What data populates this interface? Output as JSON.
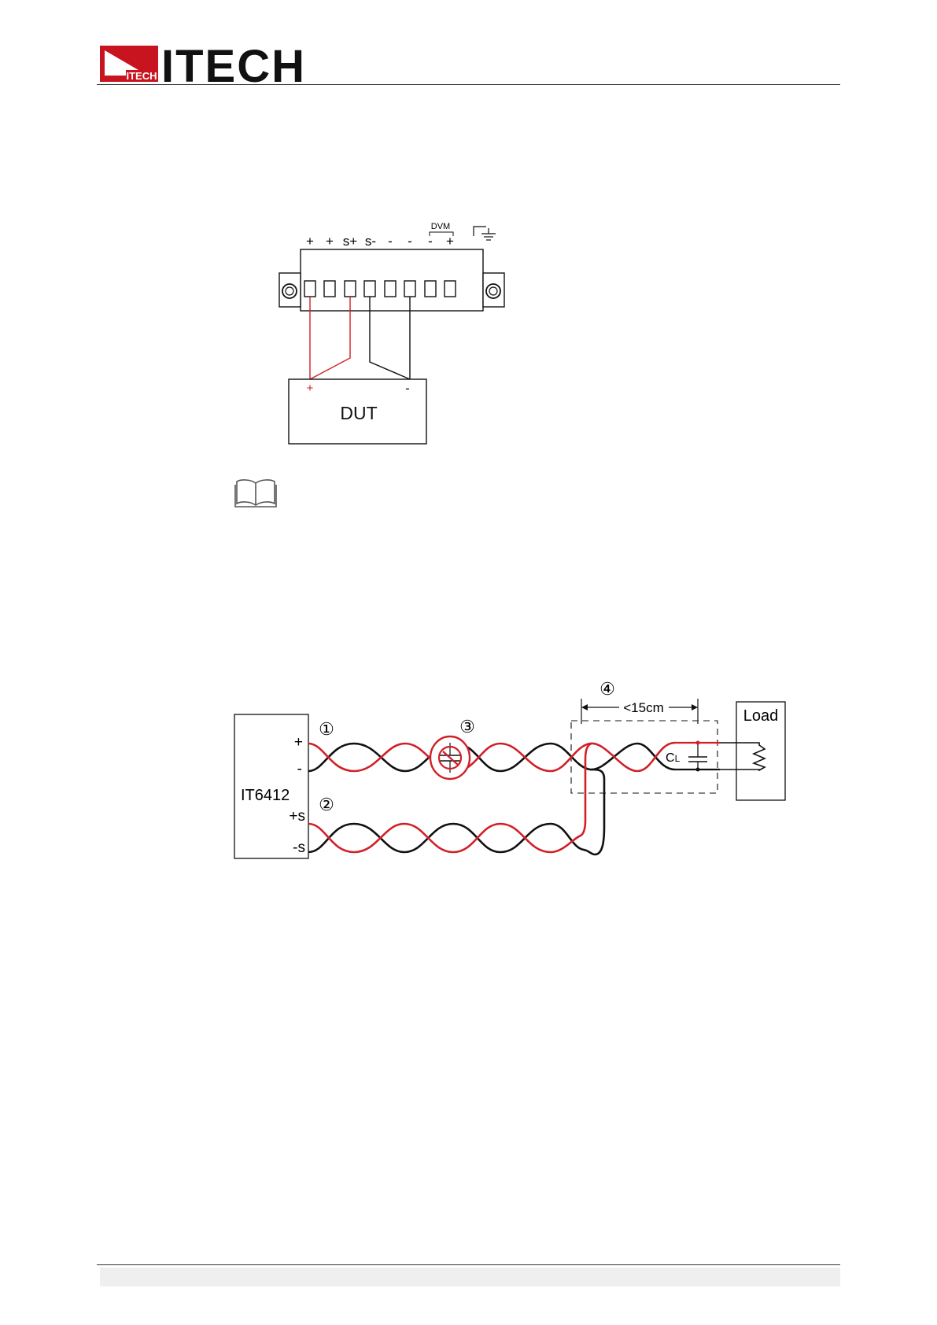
{
  "header": {
    "logo_badge_text": "ITECH",
    "logo_text": "ITECH"
  },
  "figure1": {
    "terminal_labels": [
      "+",
      "+",
      "s+",
      "s-",
      "-",
      "-",
      "-",
      "+"
    ],
    "dvm_label": "DVM",
    "dut_label": "DUT",
    "dut_plus": "+",
    "dut_minus": "-"
  },
  "note": {
    "icon": "book-icon"
  },
  "figure2": {
    "source_label": "IT6412",
    "pin_plus": "+",
    "pin_minus": "-",
    "pin_sense_plus": "+s",
    "pin_sense_minus": "-s",
    "marker_1": "①",
    "marker_2": "②",
    "marker_3": "③",
    "marker_4": "④",
    "distance_label": "<15cm",
    "cap_label_main": "C",
    "cap_label_sub": "L",
    "load_label": "Load"
  },
  "colors": {
    "logo_red": "#c8141e",
    "wire_red": "#d02028",
    "wire_black": "#111111"
  }
}
